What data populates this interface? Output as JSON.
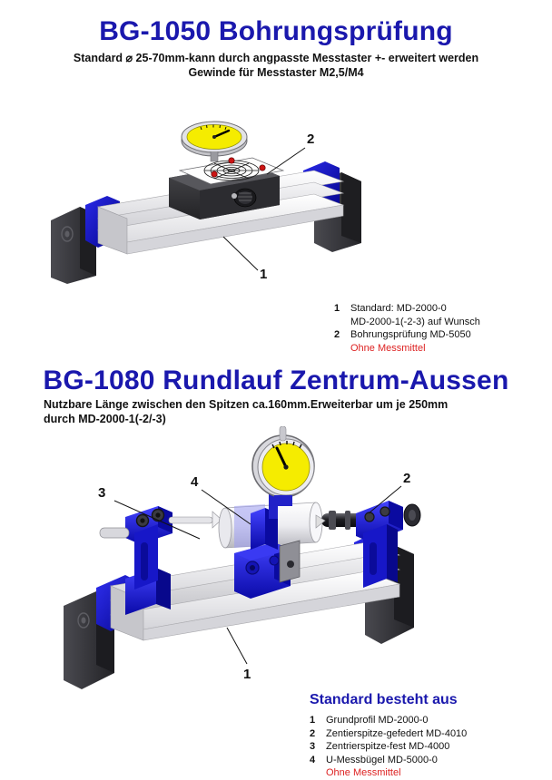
{
  "products": [
    {
      "code": "BG-1050",
      "name": "Bohrungsprüfung",
      "title": "BG-1050  Bohrungsprüfung",
      "subtitle_line1": "Standard ⌀ 25-70mm-kann durch angpasste Messtaster +- erweitert werden",
      "subtitle_line2": "Gewinde für Messtaster M2,5/M4",
      "callouts": [
        "1",
        "2"
      ],
      "legend": {
        "heading": "",
        "items": [
          {
            "num": "1",
            "text": "Standard: MD-2000-0",
            "sub": "MD-2000-1(-2-3) auf Wunsch"
          },
          {
            "num": "2",
            "text": "Bohrungsprüfung MD-5050",
            "sub": ""
          }
        ],
        "note": "Ohne Messmittel"
      }
    },
    {
      "code": "BG-1080",
      "name": "Rundlauf Zentrum-Aussen",
      "title": "BG-1080  Rundlauf Zentrum-Aussen",
      "subtitle_line1": "Nutzbare Länge zwischen den Spitzen ca.160mm.Erweiterbar um je 250mm",
      "subtitle_line2": "durch MD-2000-1(-2/-3)",
      "callouts": [
        "1",
        "2",
        "3",
        "4"
      ],
      "legend": {
        "heading": "Standard besteht aus",
        "items": [
          {
            "num": "1",
            "text": "Grundprofil MD-2000-0",
            "sub": ""
          },
          {
            "num": "2",
            "text": "Zentierspitze-gefedert MD-4010",
            "sub": ""
          },
          {
            "num": "3",
            "text": "Zentrierspitze-fest MD-4000",
            "sub": ""
          },
          {
            "num": "4",
            "text": "U-Messbügel MD-5000-0",
            "sub": ""
          }
        ],
        "note": "Ohne Messmittel"
      }
    }
  ],
  "colors": {
    "title_blue": "#1a18ad",
    "warning_red": "#dd2222",
    "machine_blue": "#0d0dd8",
    "machine_blue_dark": "#08088f",
    "rail_gray": "#e8e8ea",
    "rail_gray_dark": "#b9b9bd",
    "leg_dark": "#3a3a3e",
    "dial_yellow": "#f5ec00",
    "background": "#ffffff"
  }
}
